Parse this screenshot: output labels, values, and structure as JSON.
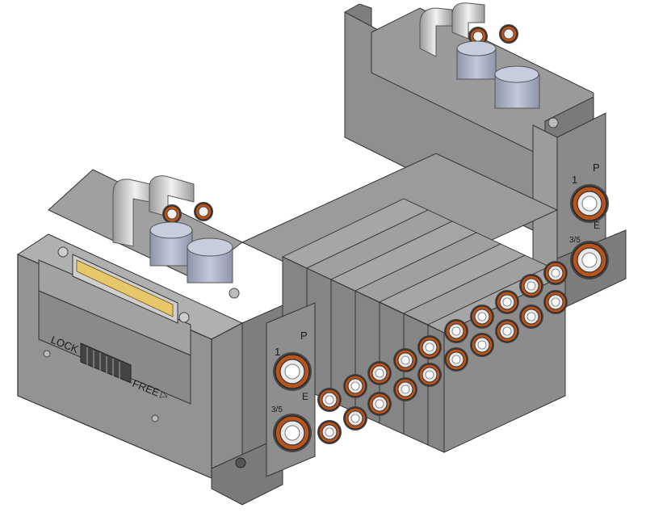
{
  "labels": {
    "lock": "LOCK",
    "free": "FREE",
    "free_arrow": "▷",
    "port_1": "1",
    "port_p": "P",
    "port_35": "3/5",
    "port_e": "E"
  },
  "colors": {
    "body": "#8f8f8f",
    "body_light": "#a8a8a8",
    "body_dark": "#6e6e6e",
    "fitting_ring": "#b8541c",
    "fitting_white": "#eeeeee",
    "silencer": "#a7aec4"
  }
}
